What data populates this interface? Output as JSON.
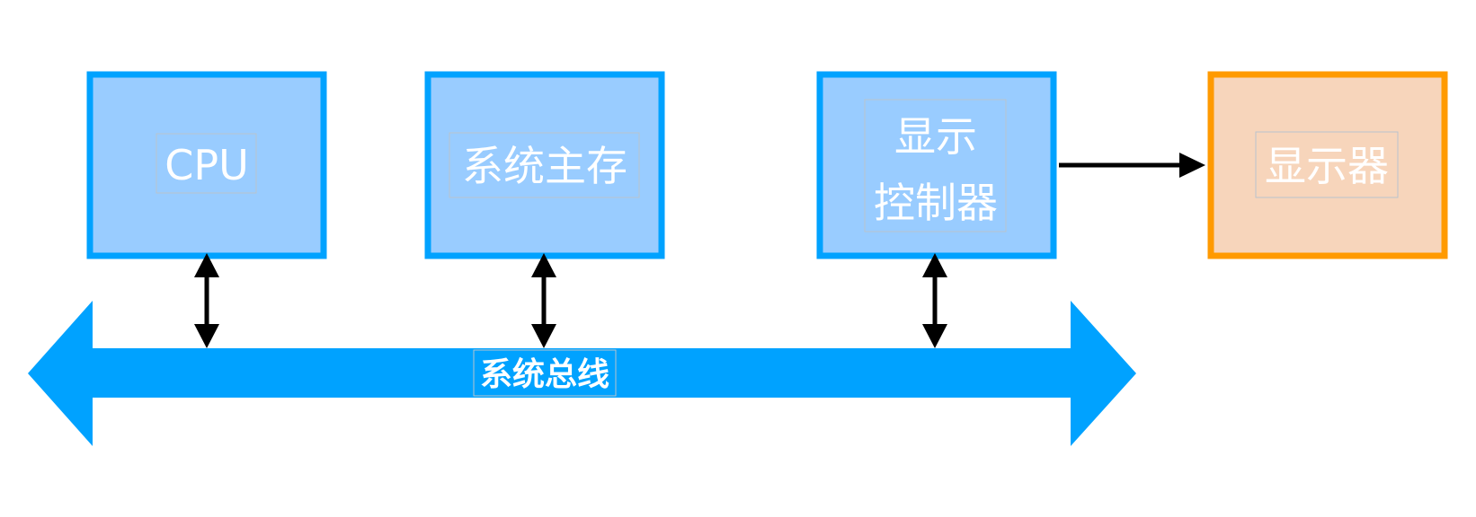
{
  "colors": {
    "component_fill": "#99ccff",
    "component_border": "#00a2ff",
    "device_fill": "#f7d5bb",
    "device_border": "#ff9a00",
    "bus": "#00a2ff",
    "connector": "#000000",
    "label_text": "#ffffff"
  },
  "nodes": {
    "cpu": {
      "label": "CPU"
    },
    "memory": {
      "label": "系统主存"
    },
    "controller": {
      "lines": [
        "显示",
        "控制器"
      ]
    },
    "display": {
      "label": "显示器"
    }
  },
  "bus": {
    "label": "系统总线"
  },
  "connections": [
    {
      "from": "cpu",
      "to": "bus",
      "direction": "bidirectional"
    },
    {
      "from": "memory",
      "to": "bus",
      "direction": "bidirectional"
    },
    {
      "from": "controller",
      "to": "bus",
      "direction": "bidirectional"
    },
    {
      "from": "controller",
      "to": "display",
      "direction": "forward"
    }
  ]
}
